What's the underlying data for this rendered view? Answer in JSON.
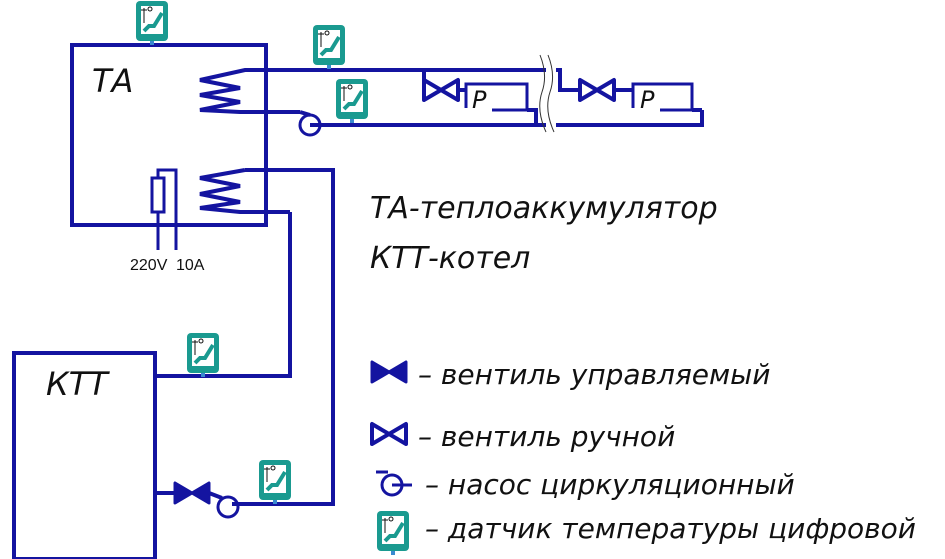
{
  "labels": {
    "ta": "ТА",
    "ktt": "КТТ",
    "voltage": "220V",
    "current": "10A",
    "radiator": "P",
    "sensor_mark": "t°"
  },
  "description_lines": [
    "ТА-теплоаккумулятор",
    "КТТ-котел"
  ],
  "legend": [
    {
      "icon": "controlled-valve-icon",
      "text": "– вентиль управляемый"
    },
    {
      "icon": "manual-valve-icon",
      "text": "– вентиль ручной"
    },
    {
      "icon": "pump-icon",
      "text": "– насос циркуляционный"
    },
    {
      "icon": "temperature-sensor-icon",
      "text": "– датчик температуры цифровой"
    }
  ],
  "colors": {
    "pipe": "#1414a0",
    "sensor": "#1a9a90"
  }
}
